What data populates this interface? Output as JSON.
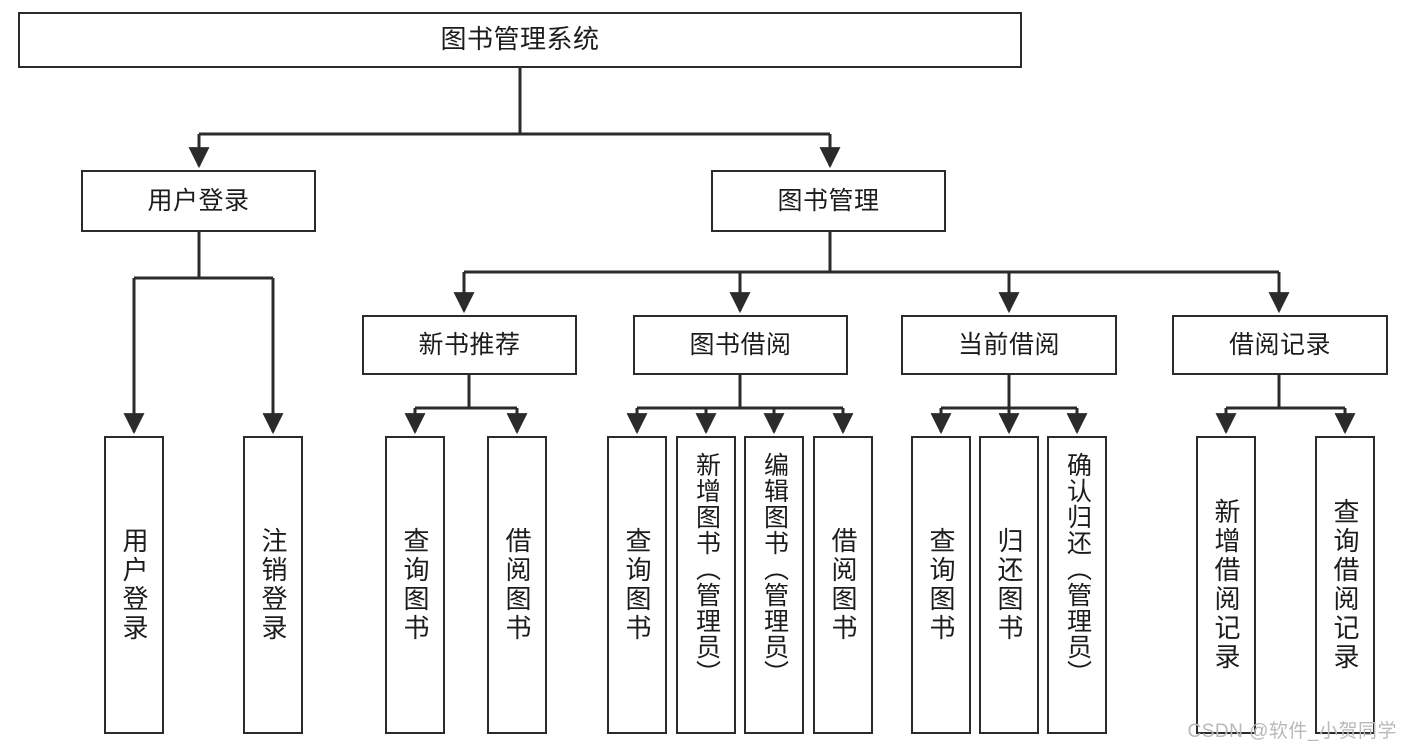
{
  "diagram": {
    "title": "图书管理系统",
    "type": "tree",
    "colors": {
      "background": "#ffffff",
      "node_border": "#2b2b2b",
      "node_fill": "#ffffff",
      "edge": "#2b2b2b",
      "text": "#1c1c1c",
      "watermark": "#b9b9b9"
    },
    "nodes": {
      "root": {
        "label": "图书管理系统"
      },
      "level2": [
        {
          "id": "user-login",
          "label": "用户登录"
        },
        {
          "id": "book-manage",
          "label": "图书管理"
        }
      ],
      "level3": [
        {
          "id": "new-book-recommend",
          "label": "新书推荐"
        },
        {
          "id": "book-borrow",
          "label": "图书借阅"
        },
        {
          "id": "current-borrow",
          "label": "当前借阅"
        },
        {
          "id": "borrow-record",
          "label": "借阅记录"
        }
      ],
      "leaves": [
        {
          "id": "leaf-user-login",
          "label": "用户登录",
          "parent": "user-login"
        },
        {
          "id": "leaf-logout",
          "label": "注销登录",
          "parent": "user-login"
        },
        {
          "id": "leaf-query-book-1",
          "label": "查询图书",
          "parent": "new-book-recommend"
        },
        {
          "id": "leaf-borrow-book-1",
          "label": "借阅图书",
          "parent": "new-book-recommend"
        },
        {
          "id": "leaf-query-book-2",
          "label": "查询图书",
          "parent": "book-borrow"
        },
        {
          "id": "leaf-add-book",
          "label": "新增图书（管理员）",
          "parent": "book-borrow"
        },
        {
          "id": "leaf-edit-book",
          "label": "编辑图书（管理员）",
          "parent": "book-borrow"
        },
        {
          "id": "leaf-borrow-book-2",
          "label": "借阅图书",
          "parent": "book-borrow"
        },
        {
          "id": "leaf-query-book-3",
          "label": "查询图书",
          "parent": "current-borrow"
        },
        {
          "id": "leaf-return-book",
          "label": "归还图书",
          "parent": "current-borrow"
        },
        {
          "id": "leaf-confirm-return",
          "label": "确认归还（管理员）",
          "parent": "current-borrow"
        },
        {
          "id": "leaf-add-record",
          "label": "新增借阅记录",
          "parent": "borrow-record"
        },
        {
          "id": "leaf-query-record",
          "label": "查询借阅记录",
          "parent": "borrow-record"
        }
      ]
    },
    "watermark": "CSDN @软件_小贺同学"
  }
}
